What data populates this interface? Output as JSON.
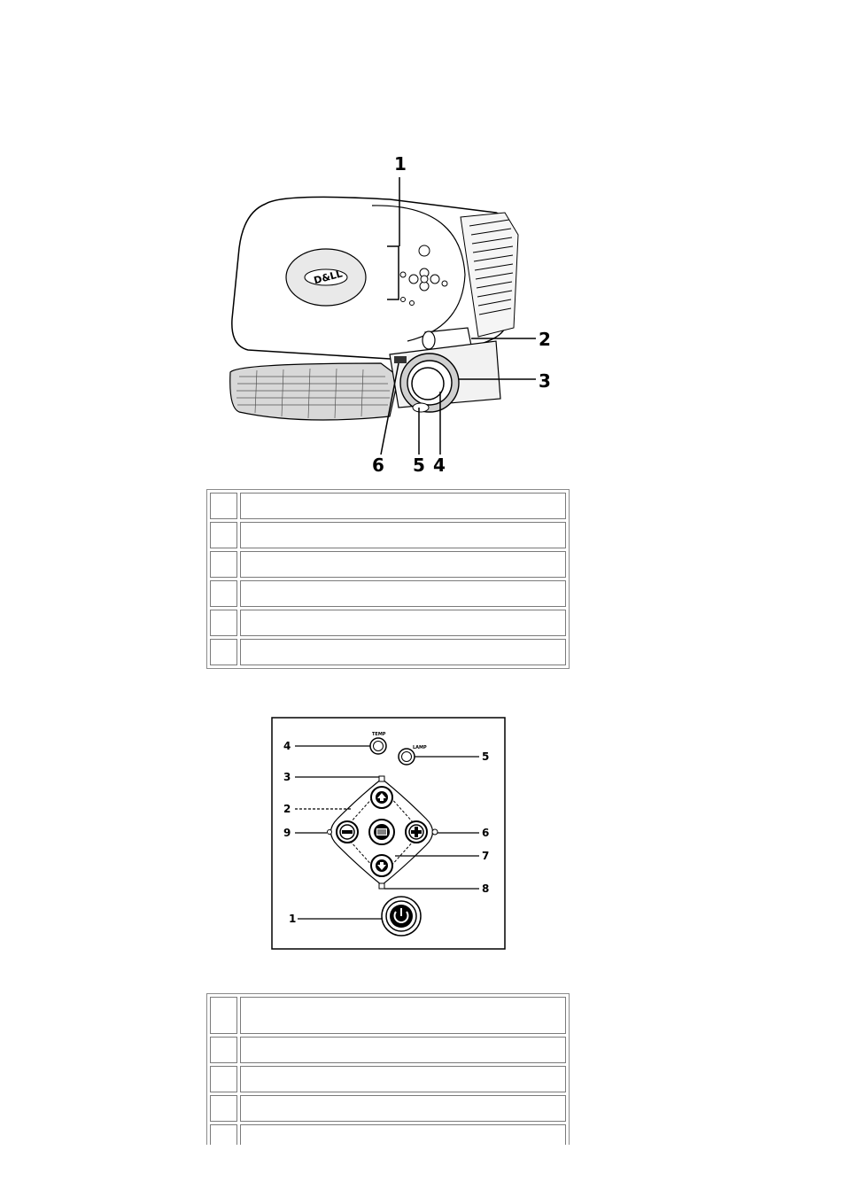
{
  "projector_figure": {
    "callouts": [
      "1",
      "2",
      "3",
      "4",
      "5",
      "6"
    ],
    "logo_text": "D&LL"
  },
  "parts_table_top": {
    "rows": [
      {
        "num": "",
        "desc": ""
      },
      {
        "num": "",
        "desc": ""
      },
      {
        "num": "",
        "desc": ""
      },
      {
        "num": "",
        "desc": ""
      },
      {
        "num": "",
        "desc": ""
      },
      {
        "num": "",
        "desc": ""
      }
    ]
  },
  "control_panel_figure": {
    "callouts": [
      "1",
      "2",
      "3",
      "4",
      "5",
      "6",
      "7",
      "8",
      "9"
    ],
    "led_labels": {
      "temp": "TEMP",
      "lamp": "LAMP"
    }
  },
  "parts_table_bottom": {
    "rows": [
      {
        "num": "",
        "desc": ""
      },
      {
        "num": "",
        "desc": ""
      },
      {
        "num": "",
        "desc": ""
      },
      {
        "num": "",
        "desc": ""
      },
      {
        "num": "",
        "desc": ""
      }
    ]
  }
}
